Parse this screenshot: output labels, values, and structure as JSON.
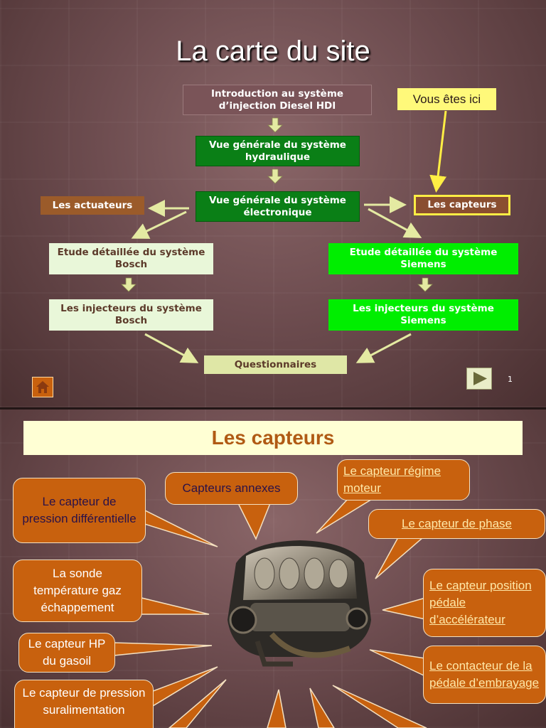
{
  "slide1": {
    "title": "La carte du site",
    "intro": "Introduction au système d’injection Diesel HDI",
    "hydraulique": "Vue générale du système hydraulique",
    "electronique": "Vue générale du système électronique",
    "actuateurs": "Les actuateurs",
    "capteurs": "Les capteurs",
    "vous_etes_ici": "Vous êtes ici",
    "bosch_etude": "Etude détaillée du système Bosch",
    "siemens_etude": "Etude détaillée du système Siemens",
    "bosch_injecteurs": "Les injecteurs du système Bosch",
    "siemens_injecteurs": "Les injecteurs du système Siemens",
    "questionnaires": "Questionnaires",
    "page_number": "1",
    "icons": {
      "home": "home-icon",
      "next": "play-next-icon"
    }
  },
  "slide2": {
    "title": "Les capteurs",
    "bubbles": {
      "pression_diff": "Le capteur de pression différentielle",
      "annexes": "Capteurs annexes",
      "regime": "Le capteur régime moteur",
      "phase": "Le capteur de phase",
      "sonde": "La sonde température gaz échappement",
      "position_pedale": "Le capteur position pédale d’accélérateur",
      "hp_gasoil": "Le capteur HP du gasoil",
      "contacteur": "Le  contacteur de la pédale d’embrayage",
      "suralimentation": "Le capteur de pression suralimentation"
    }
  },
  "colors": {
    "intro": "#7a5458",
    "green": "#0a7f16",
    "bright_green": "#00ee00",
    "pale": "#e9f7d9",
    "actuateurs": "#9b5b2a",
    "questionnaires": "#dfe7a6",
    "highlight": "#fff97a",
    "bubble": "#c8610e",
    "title2": "#b05a14"
  }
}
